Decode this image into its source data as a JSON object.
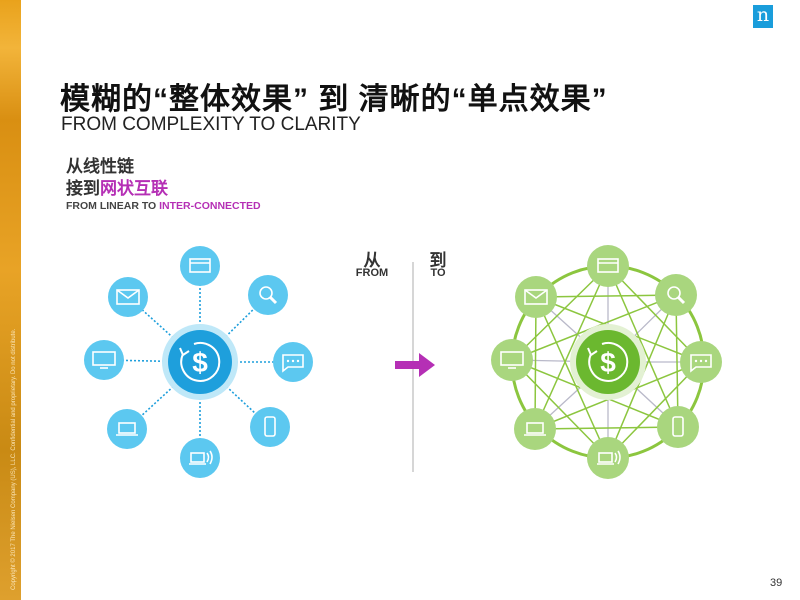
{
  "slide": {
    "title": "模糊的“整体效果”  到  清晰的“单点效果”",
    "subtitle": "FROM COMPLEXITY TO CLARITY",
    "heading_line1": "从线性链",
    "heading_line2_prefix": "接到",
    "heading_line2_accent": "网状互联",
    "heading_en_prefix": "FROM LINEAR TO ",
    "heading_en_accent": "INTER-CONNECTED",
    "from_cn": "从",
    "from_en": "FROM",
    "to_cn": "到",
    "to_en": "TO",
    "page_number": "39",
    "copyright": "Copyright © 2017 The Nielsen Company (US), LLC. Confidential and proprietary. Do not distribute.",
    "logo_letter": "n"
  },
  "colors": {
    "blue_node": "#5cc8f0",
    "blue_center": "#1e9fdc",
    "blue_halo": "#bfe8f8",
    "green_node": "#a9d67e",
    "green_center": "#6bb82f",
    "green_line": "#8cc63f",
    "gray_line": "#b9b9c9",
    "arrow": "#b52fb5",
    "brand": "#1a9ddb"
  },
  "icons": [
    "browser-icon",
    "search-icon",
    "chat-icon",
    "phone-icon",
    "wifi-device-icon",
    "laptop-icon",
    "monitor-icon",
    "mail-icon"
  ]
}
